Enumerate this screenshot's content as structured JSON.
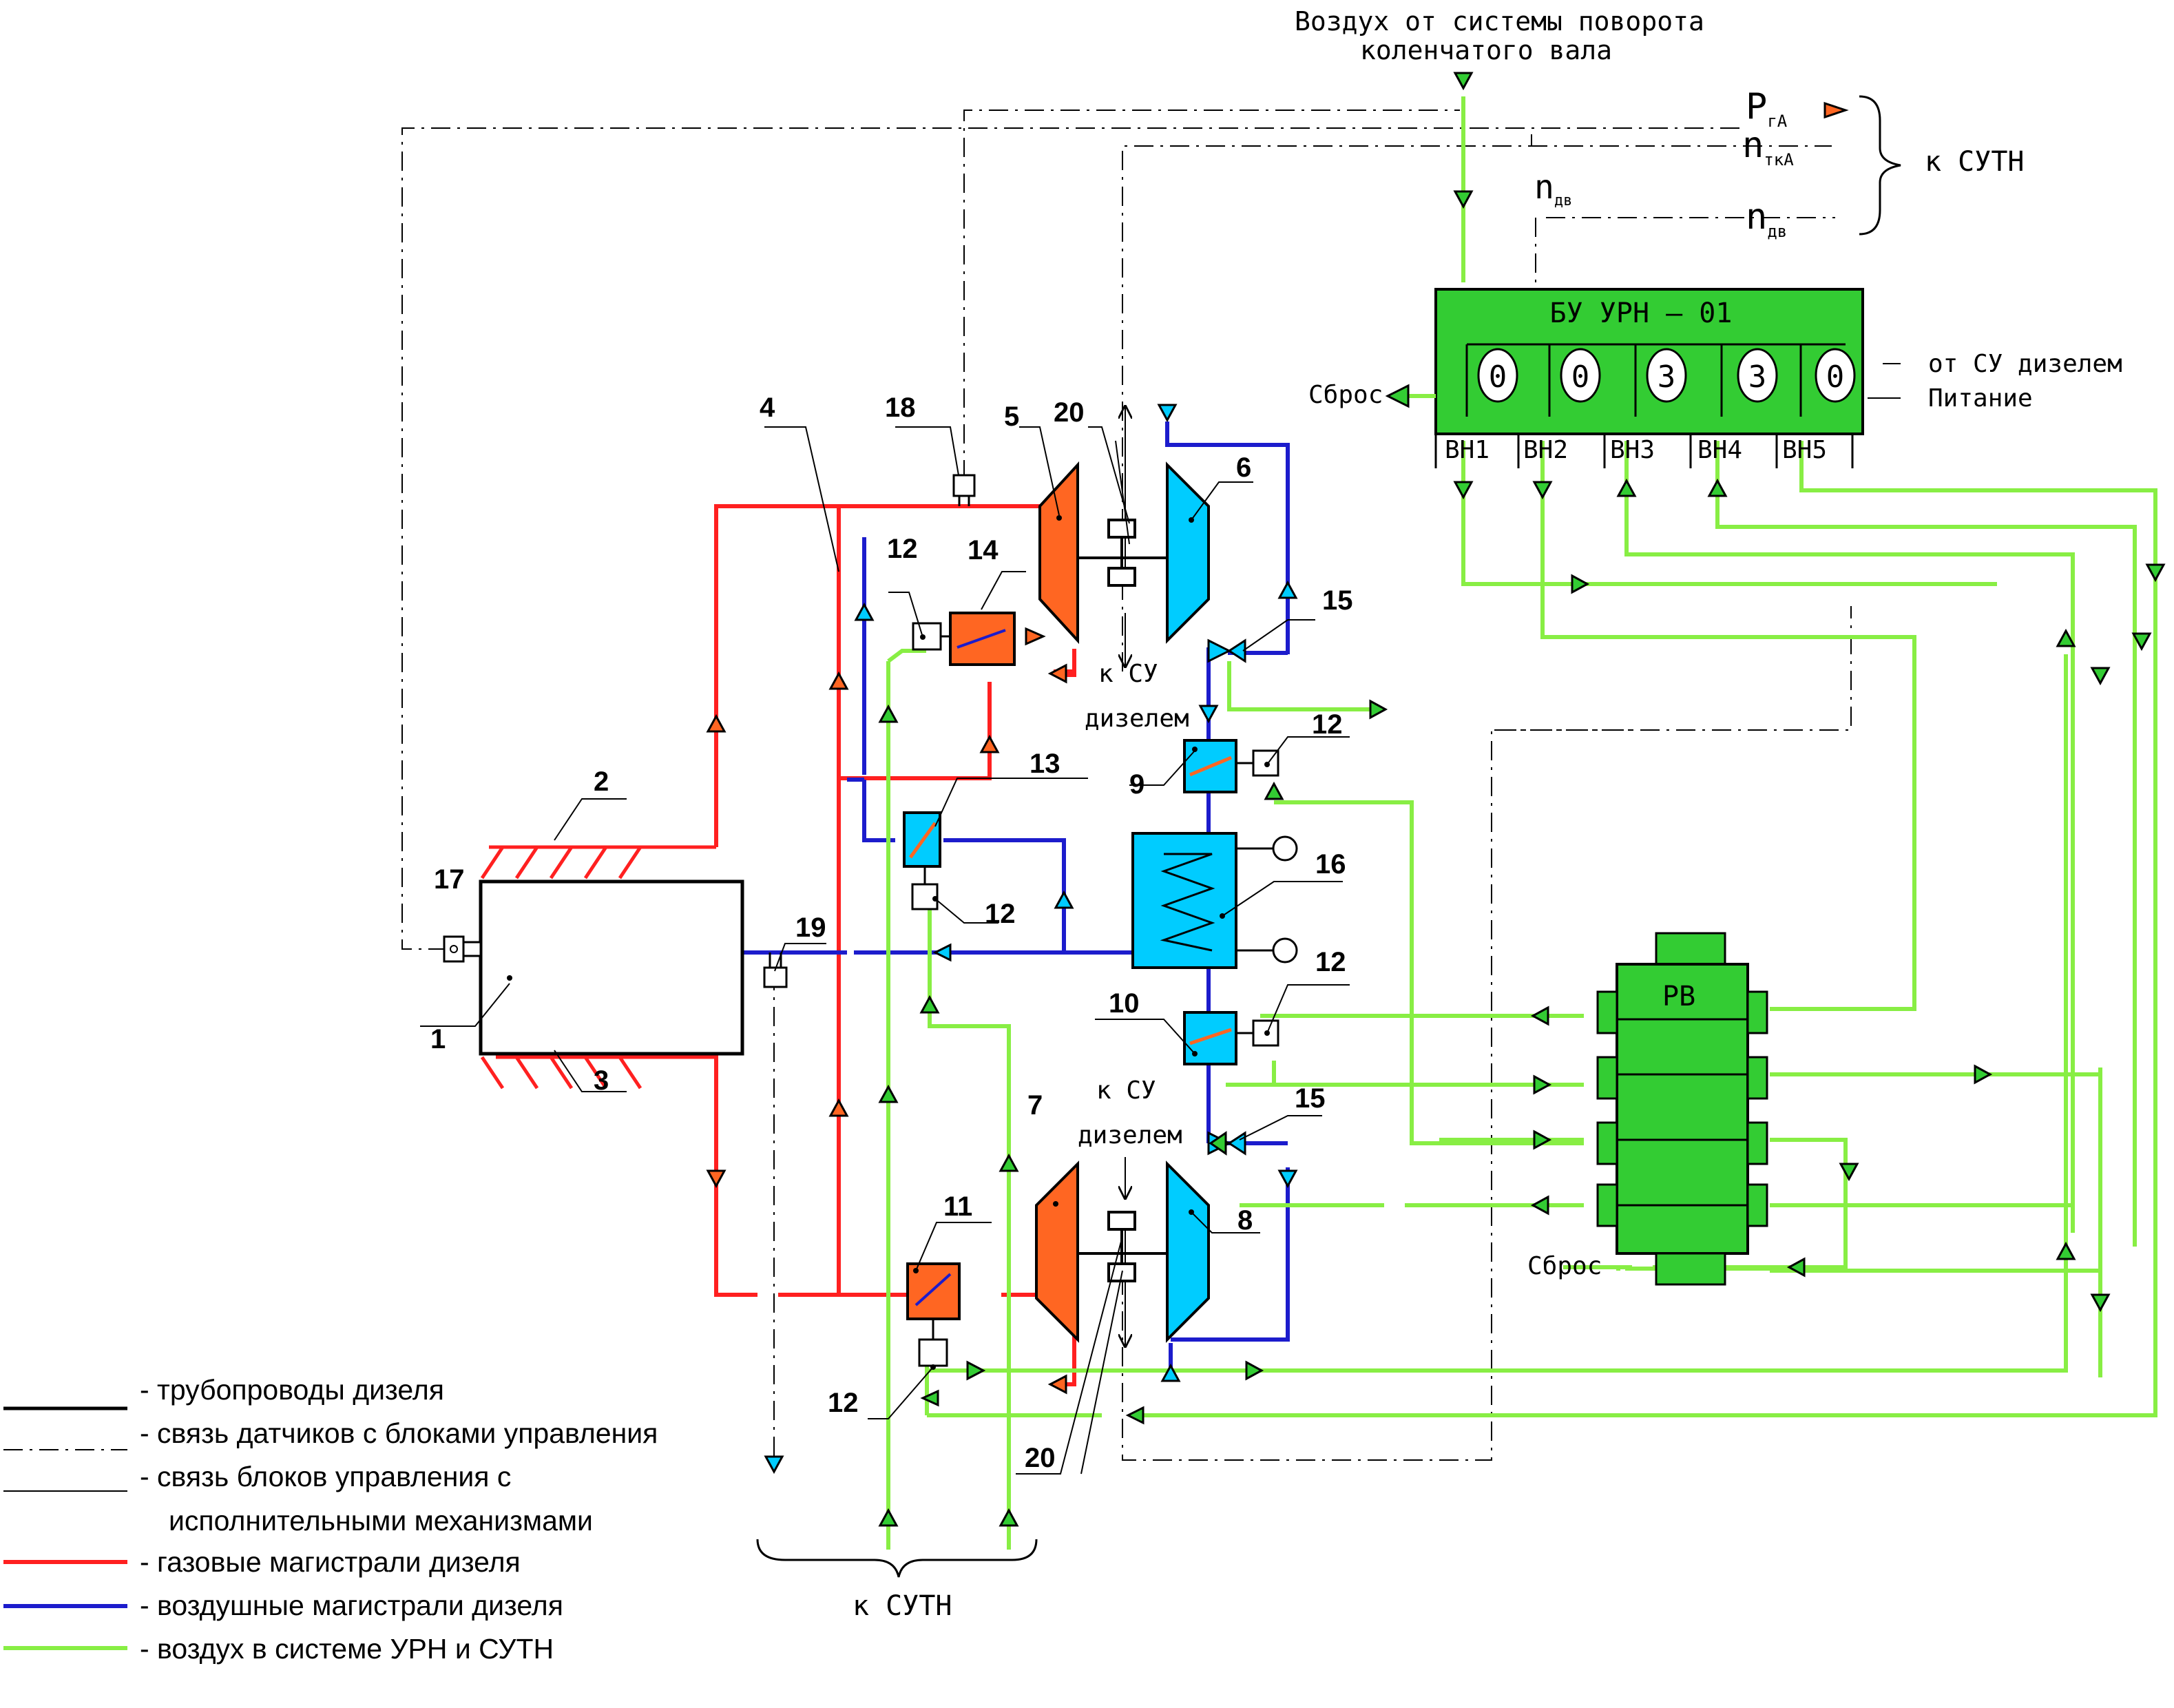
{
  "top_label": {
    "line1": "Воздух от системы поворота",
    "line2": "коленчатого вала"
  },
  "signals": {
    "p_ga": {
      "main": "P",
      "sub": "гА"
    },
    "n_tka": {
      "main": "n",
      "sub": "ткА"
    },
    "n_db_top": {
      "main": "n",
      "sub": "дв"
    },
    "n_db_right": {
      "main": "n",
      "sub": "дв"
    },
    "k_suth_right": "к СУТН"
  },
  "control_unit": {
    "title": "БУ УРН – 01",
    "digits": [
      "0",
      "0",
      "3",
      "3",
      "0"
    ],
    "outputs": [
      "ВН1",
      "ВН2",
      "ВН3",
      "ВН4",
      "ВН5"
    ],
    "reset_label": "Сброс",
    "input_su": "от СУ дизелем",
    "input_power": "Питание"
  },
  "distributor": {
    "label": "РВ",
    "reset_label": "Сброс"
  },
  "component_numbers": {
    "n1": "1",
    "n2": "2",
    "n3": "3",
    "n4": "4",
    "n5": "5",
    "n6": "6",
    "n7": "7",
    "n8": "8",
    "n9": "9",
    "n10": "10",
    "n11": "11",
    "n12a": "12",
    "n12b": "12",
    "n12c": "12",
    "n12d": "12",
    "n12e": "12",
    "n13": "13",
    "n14": "14",
    "n15a": "15",
    "n15b": "15",
    "n16": "16",
    "n17": "17",
    "n18": "18",
    "n19": "19",
    "n20a": "20",
    "n20b": "20"
  },
  "text_labels": {
    "k_su_top_1": "к СУ",
    "k_su_top_2": "дизелем",
    "k_su_bottom_1": "к СУ",
    "k_su_bottom_2": "дизелем",
    "k_suth_bottom": "к СУТН"
  },
  "legend": [
    {
      "text": "- трубопроводы дизеля",
      "style": "solid",
      "color": "#000000"
    },
    {
      "text": "- связь датчиков с блоками управления",
      "style": "dashdot",
      "color": "#000000"
    },
    {
      "text": "- связь блоков управления с",
      "style": "thin",
      "color": "#000000"
    },
    {
      "text": "исполнительными механизмами",
      "style": "none",
      "color": "#000000"
    },
    {
      "text": "- газовые магистрали дизеля",
      "style": "solid",
      "color": "#ff2020"
    },
    {
      "text": "- воздушные магистрали дизеля",
      "style": "solid",
      "color": "#1c1ccc"
    },
    {
      "text": "- воздух в системе УРН и СУТН",
      "style": "solid",
      "color": "#88ee44"
    }
  ],
  "colors": {
    "gas": "#ff2020",
    "air": "#1c1ccc",
    "pneumatic": "#88ee44",
    "control_unit_fill": "#33cc33",
    "turbine_fill": "#ff6622",
    "compressor_fill": "#00ccff"
  }
}
